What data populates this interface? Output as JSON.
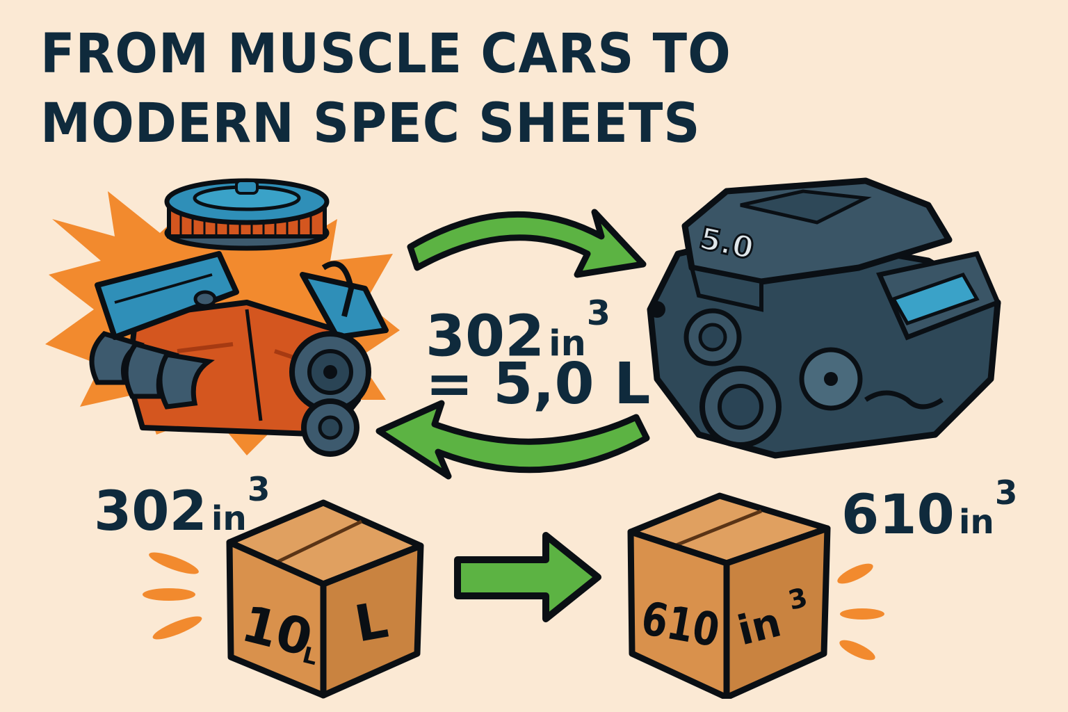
{
  "title": {
    "line1": "FROM MUSCLE CARS TO",
    "line2": "MODERN SPEC SHEETS"
  },
  "center_equation": {
    "line1_value": "302",
    "line1_unit": "in",
    "line1_exp": "3",
    "line2": "= 5,0 L"
  },
  "left_engine": {
    "label_value": "302",
    "label_unit": "in",
    "label_exp": "3",
    "style": "classic muscle V8, orange block, blue valve covers and air cleaner"
  },
  "right_engine": {
    "badge": "5.0",
    "label_value": "610",
    "label_unit": "in",
    "label_exp": "3",
    "style": "modern dark blue-gray V8 with engine cover"
  },
  "left_box": {
    "front_text": "10",
    "front_sub": "L",
    "side_text": "L"
  },
  "right_box": {
    "front_text": "610",
    "side_text": "in",
    "side_exp": "3"
  },
  "colors": {
    "background": "#fbe9d4",
    "text": "#0f2a3c",
    "arrow_green": "#5cb343",
    "burst_orange": "#f28a2e",
    "engine_orange": "#d4561f",
    "engine_blue": "#2f8fb8",
    "modern_engine": "#3a5566",
    "box_brown": "#d9914c",
    "outline": "#0a0f14"
  }
}
